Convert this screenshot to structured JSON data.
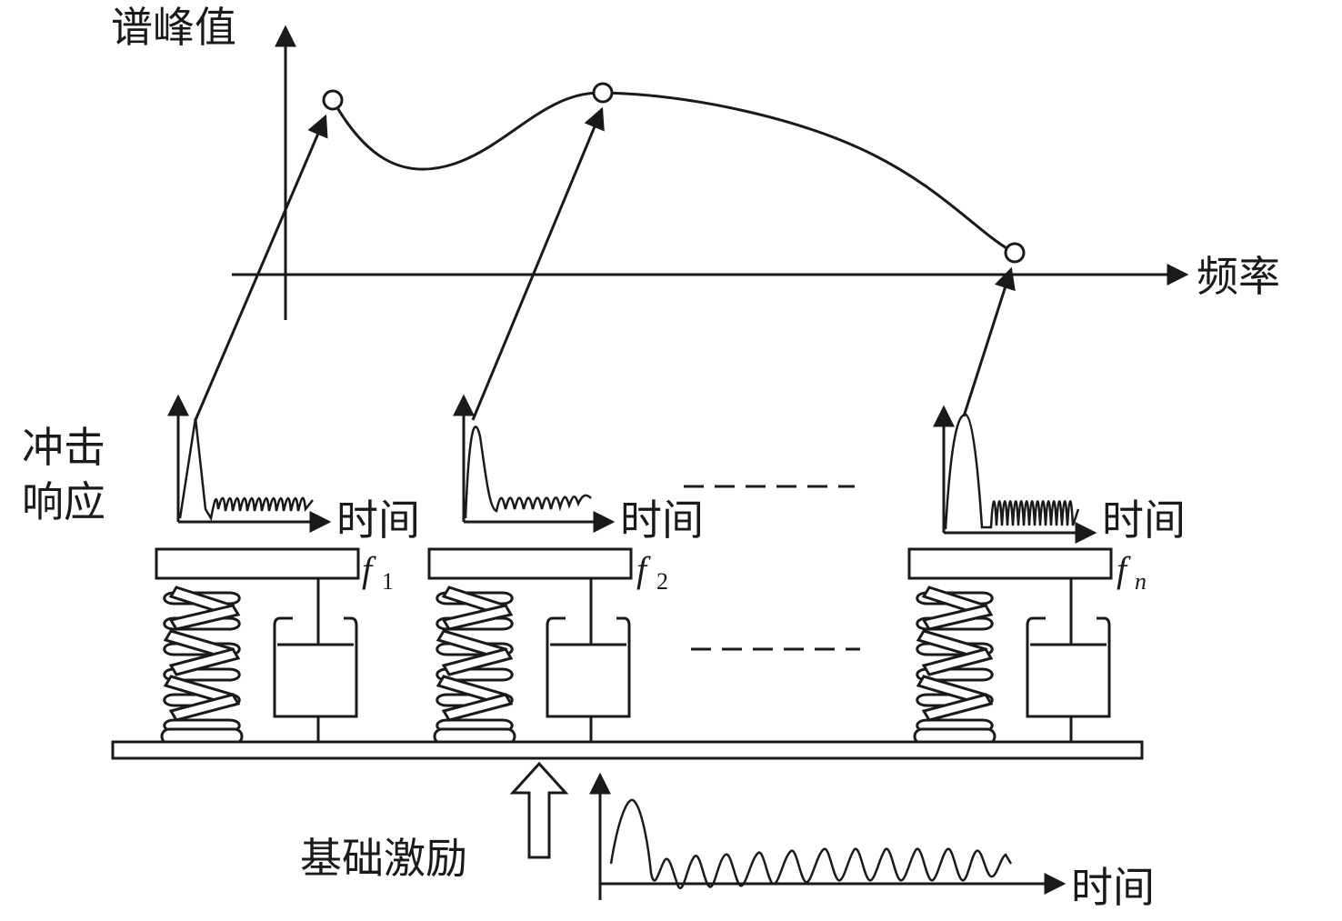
{
  "labels": {
    "spectrum_axis": "谱峰值",
    "frequency_axis": "频率",
    "shock_response_line1": "冲击",
    "shock_response_line2": "响应",
    "time": "时间",
    "base_excitation": "基础激励"
  },
  "oscillators": [
    {
      "symbol": "f",
      "subscript": "1"
    },
    {
      "symbol": "f",
      "subscript": "2"
    },
    {
      "symbol": "f",
      "subscript": "n"
    }
  ],
  "colors": {
    "ink": "#1a1a1a",
    "background": "#ffffff"
  }
}
